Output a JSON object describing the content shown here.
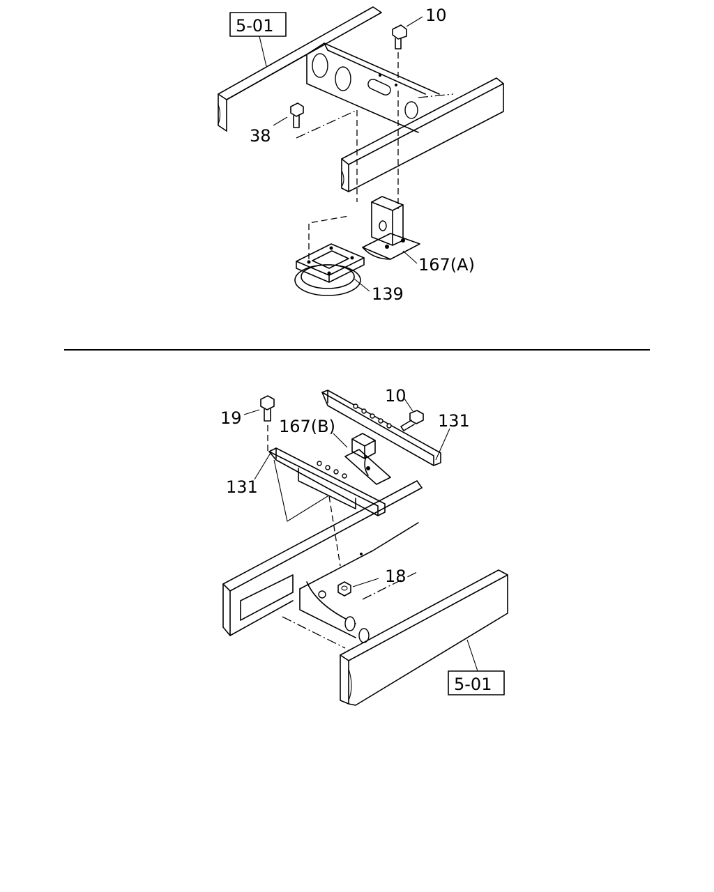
{
  "top_view": {
    "ref_label": "5-01",
    "callouts": {
      "bolt_top": "10",
      "bolt_left": "38",
      "bracket_a": "167(A)",
      "bracket_ring": "139"
    }
  },
  "bottom_view": {
    "ref_label": "5-01",
    "callouts": {
      "bolt_left": "19",
      "bolt_right": "10",
      "bracket_b": "167(B)",
      "rail_right": "131",
      "rail_left": "131",
      "nut": "18"
    }
  }
}
